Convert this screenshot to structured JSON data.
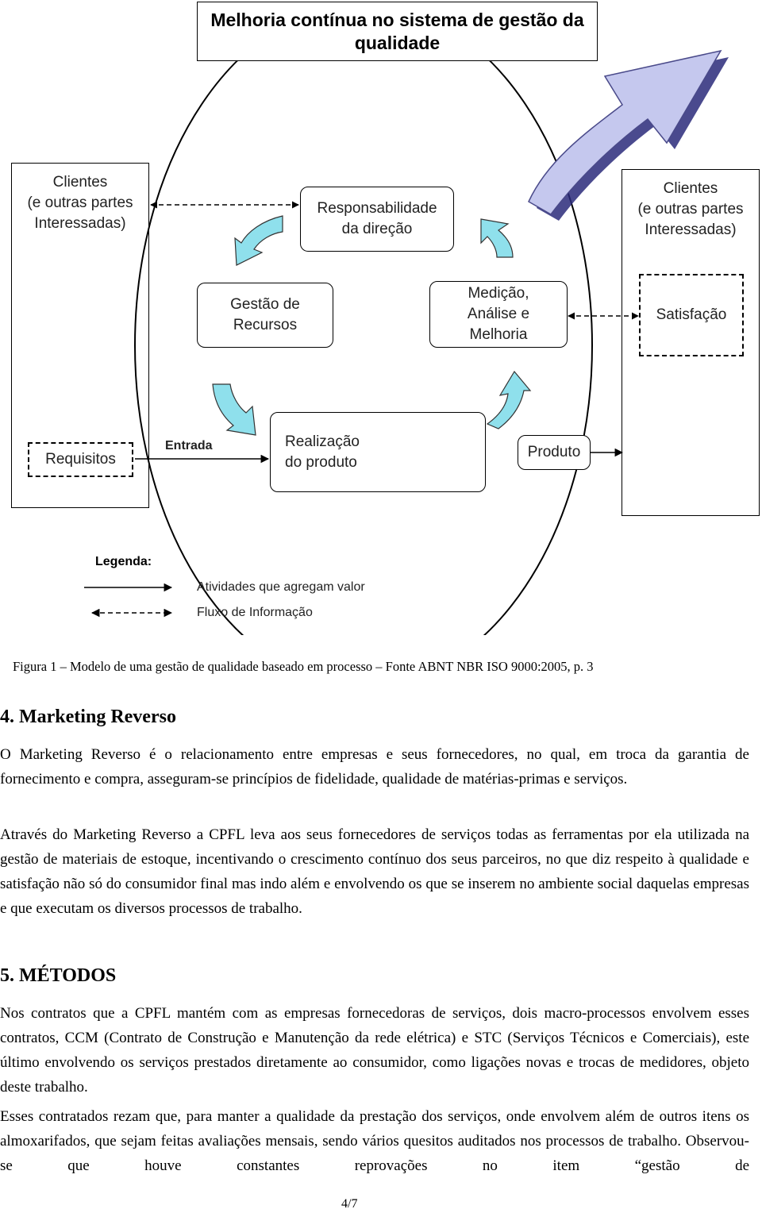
{
  "diagram": {
    "title": "Melhoria contínua no sistema de gestão da qualidade",
    "clients_left": "Clientes\n(e outras partes\nInteressadas)",
    "clients_right": "Clientes\n(e outras partes\nInteressadas)",
    "responsabilidade": "Responsabilidade\nda direção",
    "gestao": "Gestão de\nRecursos",
    "medicao": "Medição,\nAnálise e\nMelhoria",
    "satisfacao": "Satisfação",
    "requisitos": "Requisitos",
    "entrada": "Entrada",
    "realizacao": "Realização\ndo produto",
    "produto": "Produto",
    "legend_title": "Legenda:",
    "legend_items": [
      "Atividades que agregam valor",
      "Fluxo de Informação"
    ]
  },
  "caption": "Figura 1 – Modelo de uma gestão de qualidade baseado em processo – Fonte ABNT NBR ISO 9000:2005, p. 3",
  "section4": {
    "heading": "4.  Marketing Reverso",
    "paragraphs": [
      "O Marketing Reverso é o relacionamento entre empresas e seus fornecedores, no qual, em troca da garantia de fornecimento e compra, asseguram-se princípios de fidelidade, qualidade de matérias-primas e serviços.",
      "Através do Marketing Reverso a CPFL leva aos seus fornecedores de serviços todas as ferramentas por ela utilizada na gestão de materiais de estoque, incentivando o crescimento contínuo dos seus parceiros, no que diz respeito à qualidade e satisfação não só do consumidor final mas indo além e envolvendo os que se inserem no ambiente social daquelas empresas e que executam os diversos processos de trabalho."
    ]
  },
  "section5": {
    "heading": "5.  MÉTODOS",
    "paragraphs": [
      "Nos contratos que a  CPFL mantém com as empresas fornecedoras de serviços, dois macro-processos envolvem esses contratos, CCM (Contrato de Construção e Manutenção da rede elétrica) e STC (Serviços Técnicos e Comerciais), este último envolvendo os serviços prestados diretamente ao consumidor, como ligações novas e trocas de medidores, objeto deste trabalho.",
      "Esses contratados  rezam que, para manter a qualidade da prestação dos serviços, onde envolvem além de outros itens os almoxarifados, que sejam feitas avaliações mensais, sendo vários quesitos auditados nos processos de trabalho. Observou-se que houve constantes reprovações no item “gestão de"
    ]
  },
  "page_number": "4/7"
}
